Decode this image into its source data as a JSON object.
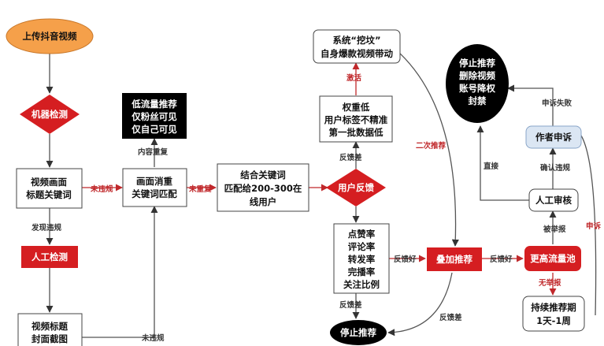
{
  "nodes": {
    "upload": "上传抖音视频",
    "machine_check": "机器检测",
    "video_frame": [
      "视频画面",
      "标题关键词"
    ],
    "manual_check": "人工检测",
    "video_title": [
      "视频标题",
      "封面截图"
    ],
    "low_traffic": [
      "低流量推荐",
      "仅粉丝可见",
      "仅自己可见"
    ],
    "dedup": [
      "画面消重",
      "关键词匹配"
    ],
    "keyword_match": [
      "结合关键词",
      "匹配给200-300在",
      "线用户"
    ],
    "user_feedback": "用户反馈",
    "system_dig": [
      "系统“挖坟”",
      "自身爆款视频带动"
    ],
    "low_weight": [
      "权重低",
      "用户标签不精准",
      "第一批数据低"
    ],
    "metrics": [
      "点赞率",
      "评论率",
      "转发率",
      "完播率",
      "关注比例"
    ],
    "boost": "叠加推荐",
    "stop": "停止推荐",
    "high_traffic": "更高流量池",
    "banned": [
      "停止推荐",
      "删除视频",
      "账号降权",
      "封禁"
    ],
    "appeal": "作者申诉",
    "manual_review": "人工审核",
    "continue": [
      "持续推荐期",
      "1天-1周"
    ]
  },
  "edges": {
    "found_violation": "发现违规",
    "no_violation": "未违规",
    "content_duplicate": "内容重复",
    "not_duplicate": "未重复",
    "feedback_bad_1": "反馈差",
    "feedback_bad_2": "反馈差",
    "feedback_bad_3": "反馈差",
    "activate": "激活",
    "second_push": "二次推荐",
    "feedback_good_1": "反馈好",
    "feedback_good_2": "反馈好",
    "reported": "被举报",
    "not_reported": "无举报",
    "direct": "直接",
    "confirm_violation": "确认违规",
    "appeal_failed": "申诉失败",
    "appeal_right": "申诉",
    "no_violation_2": "未违规"
  },
  "colors": {
    "red": "#d51e21",
    "orange": "#f5a04a",
    "black": "#000000",
    "blue_fill": "#dbe6f3",
    "edge_red": "#c0282b"
  }
}
